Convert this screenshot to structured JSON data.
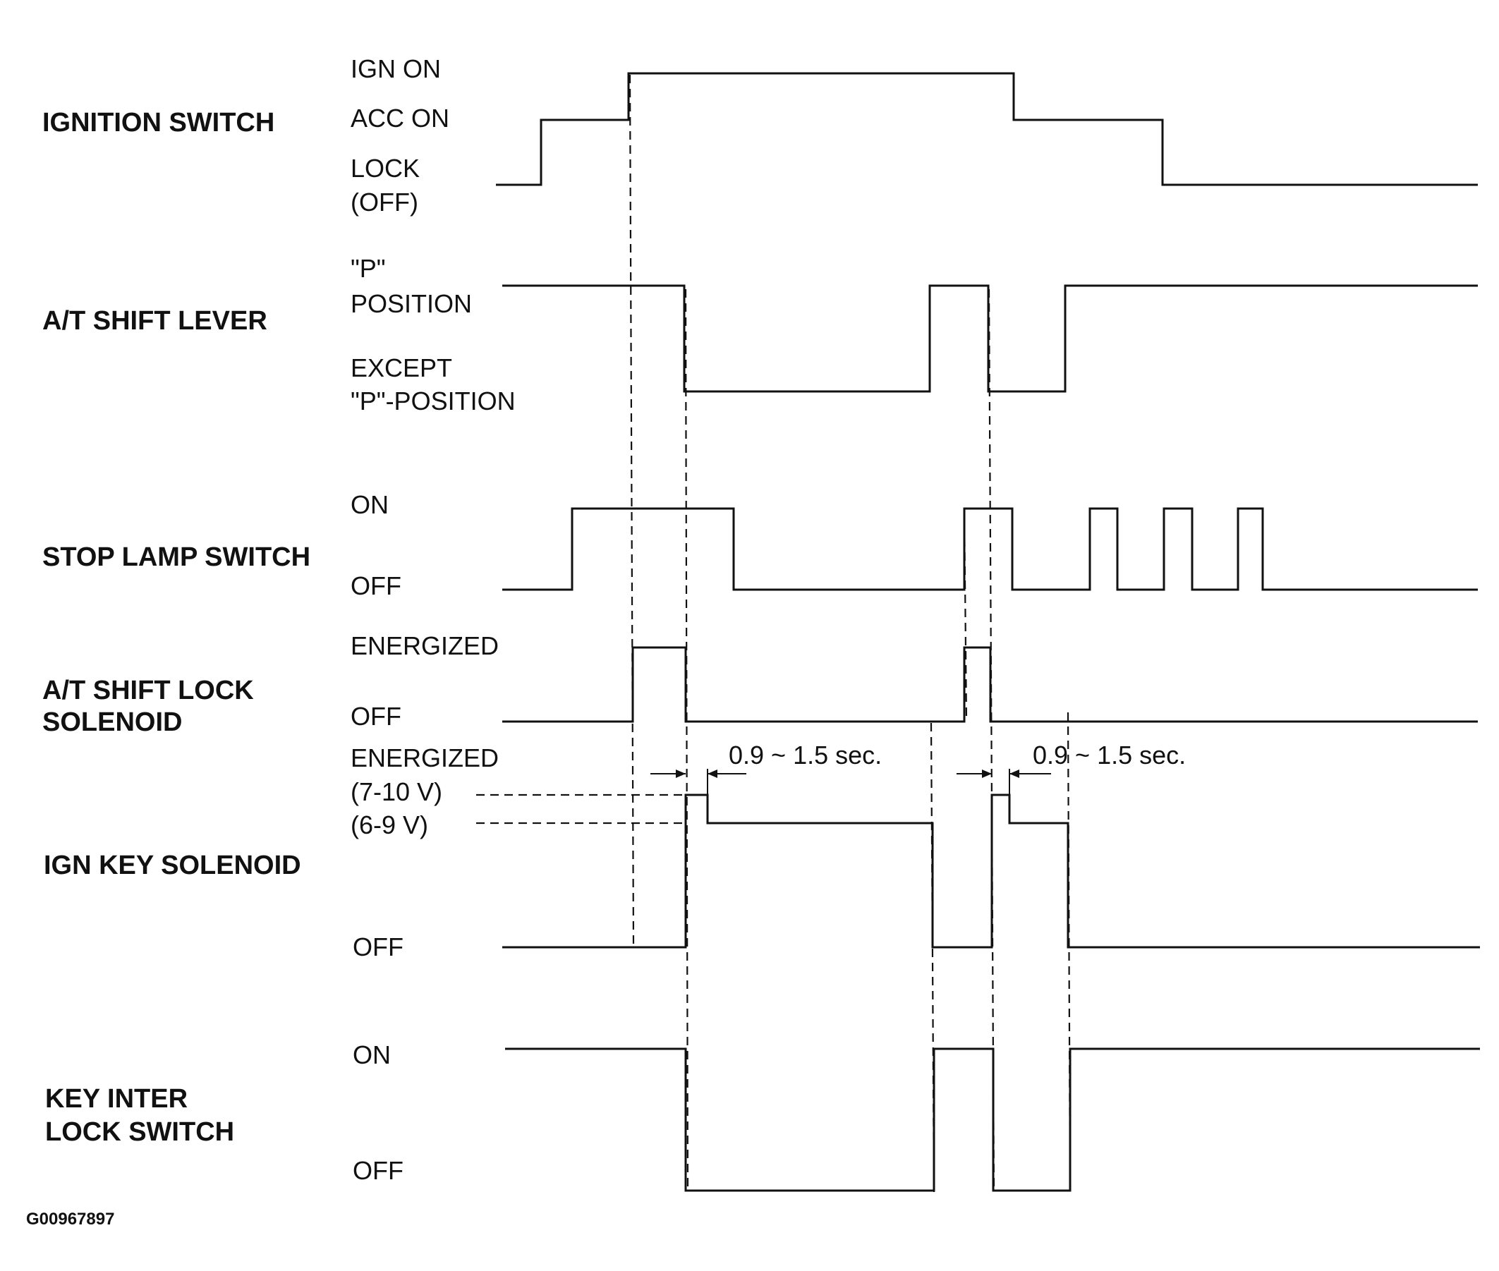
{
  "signals": [
    {
      "name_lines": [
        "IGNITION SWITCH"
      ],
      "states": [
        [
          "IGN ON"
        ],
        [
          "ACC ON"
        ],
        [
          "LOCK",
          "(OFF)"
        ]
      ]
    },
    {
      "name_lines": [
        "A/T SHIFT LEVER"
      ],
      "states": [
        [
          "\"P\"",
          "POSITION"
        ],
        [
          "EXCEPT",
          "\"P\"-POSITION"
        ]
      ]
    },
    {
      "name_lines": [
        "STOP LAMP SWITCH"
      ],
      "states": [
        [
          "ON"
        ],
        [
          "OFF"
        ]
      ]
    },
    {
      "name_lines": [
        "A/T SHIFT LOCK",
        "SOLENOID"
      ],
      "states": [
        [
          "ENERGIZED"
        ],
        [
          "OFF"
        ]
      ]
    },
    {
      "name_lines": [
        "IGN KEY SOLENOID"
      ],
      "states": [
        [
          "ENERGIZED",
          "(7-10 V)",
          "(6-9 V)"
        ],
        [
          "OFF"
        ]
      ]
    },
    {
      "name_lines": [
        "KEY INTER",
        "LOCK SWITCH"
      ],
      "states": [
        [
          "ON"
        ],
        [
          "OFF"
        ]
      ]
    }
  ],
  "durations": [
    "0.9 ~ 1.5 sec.",
    "0.9 ~ 1.5 sec."
  ],
  "figure_id": "G00967897"
}
